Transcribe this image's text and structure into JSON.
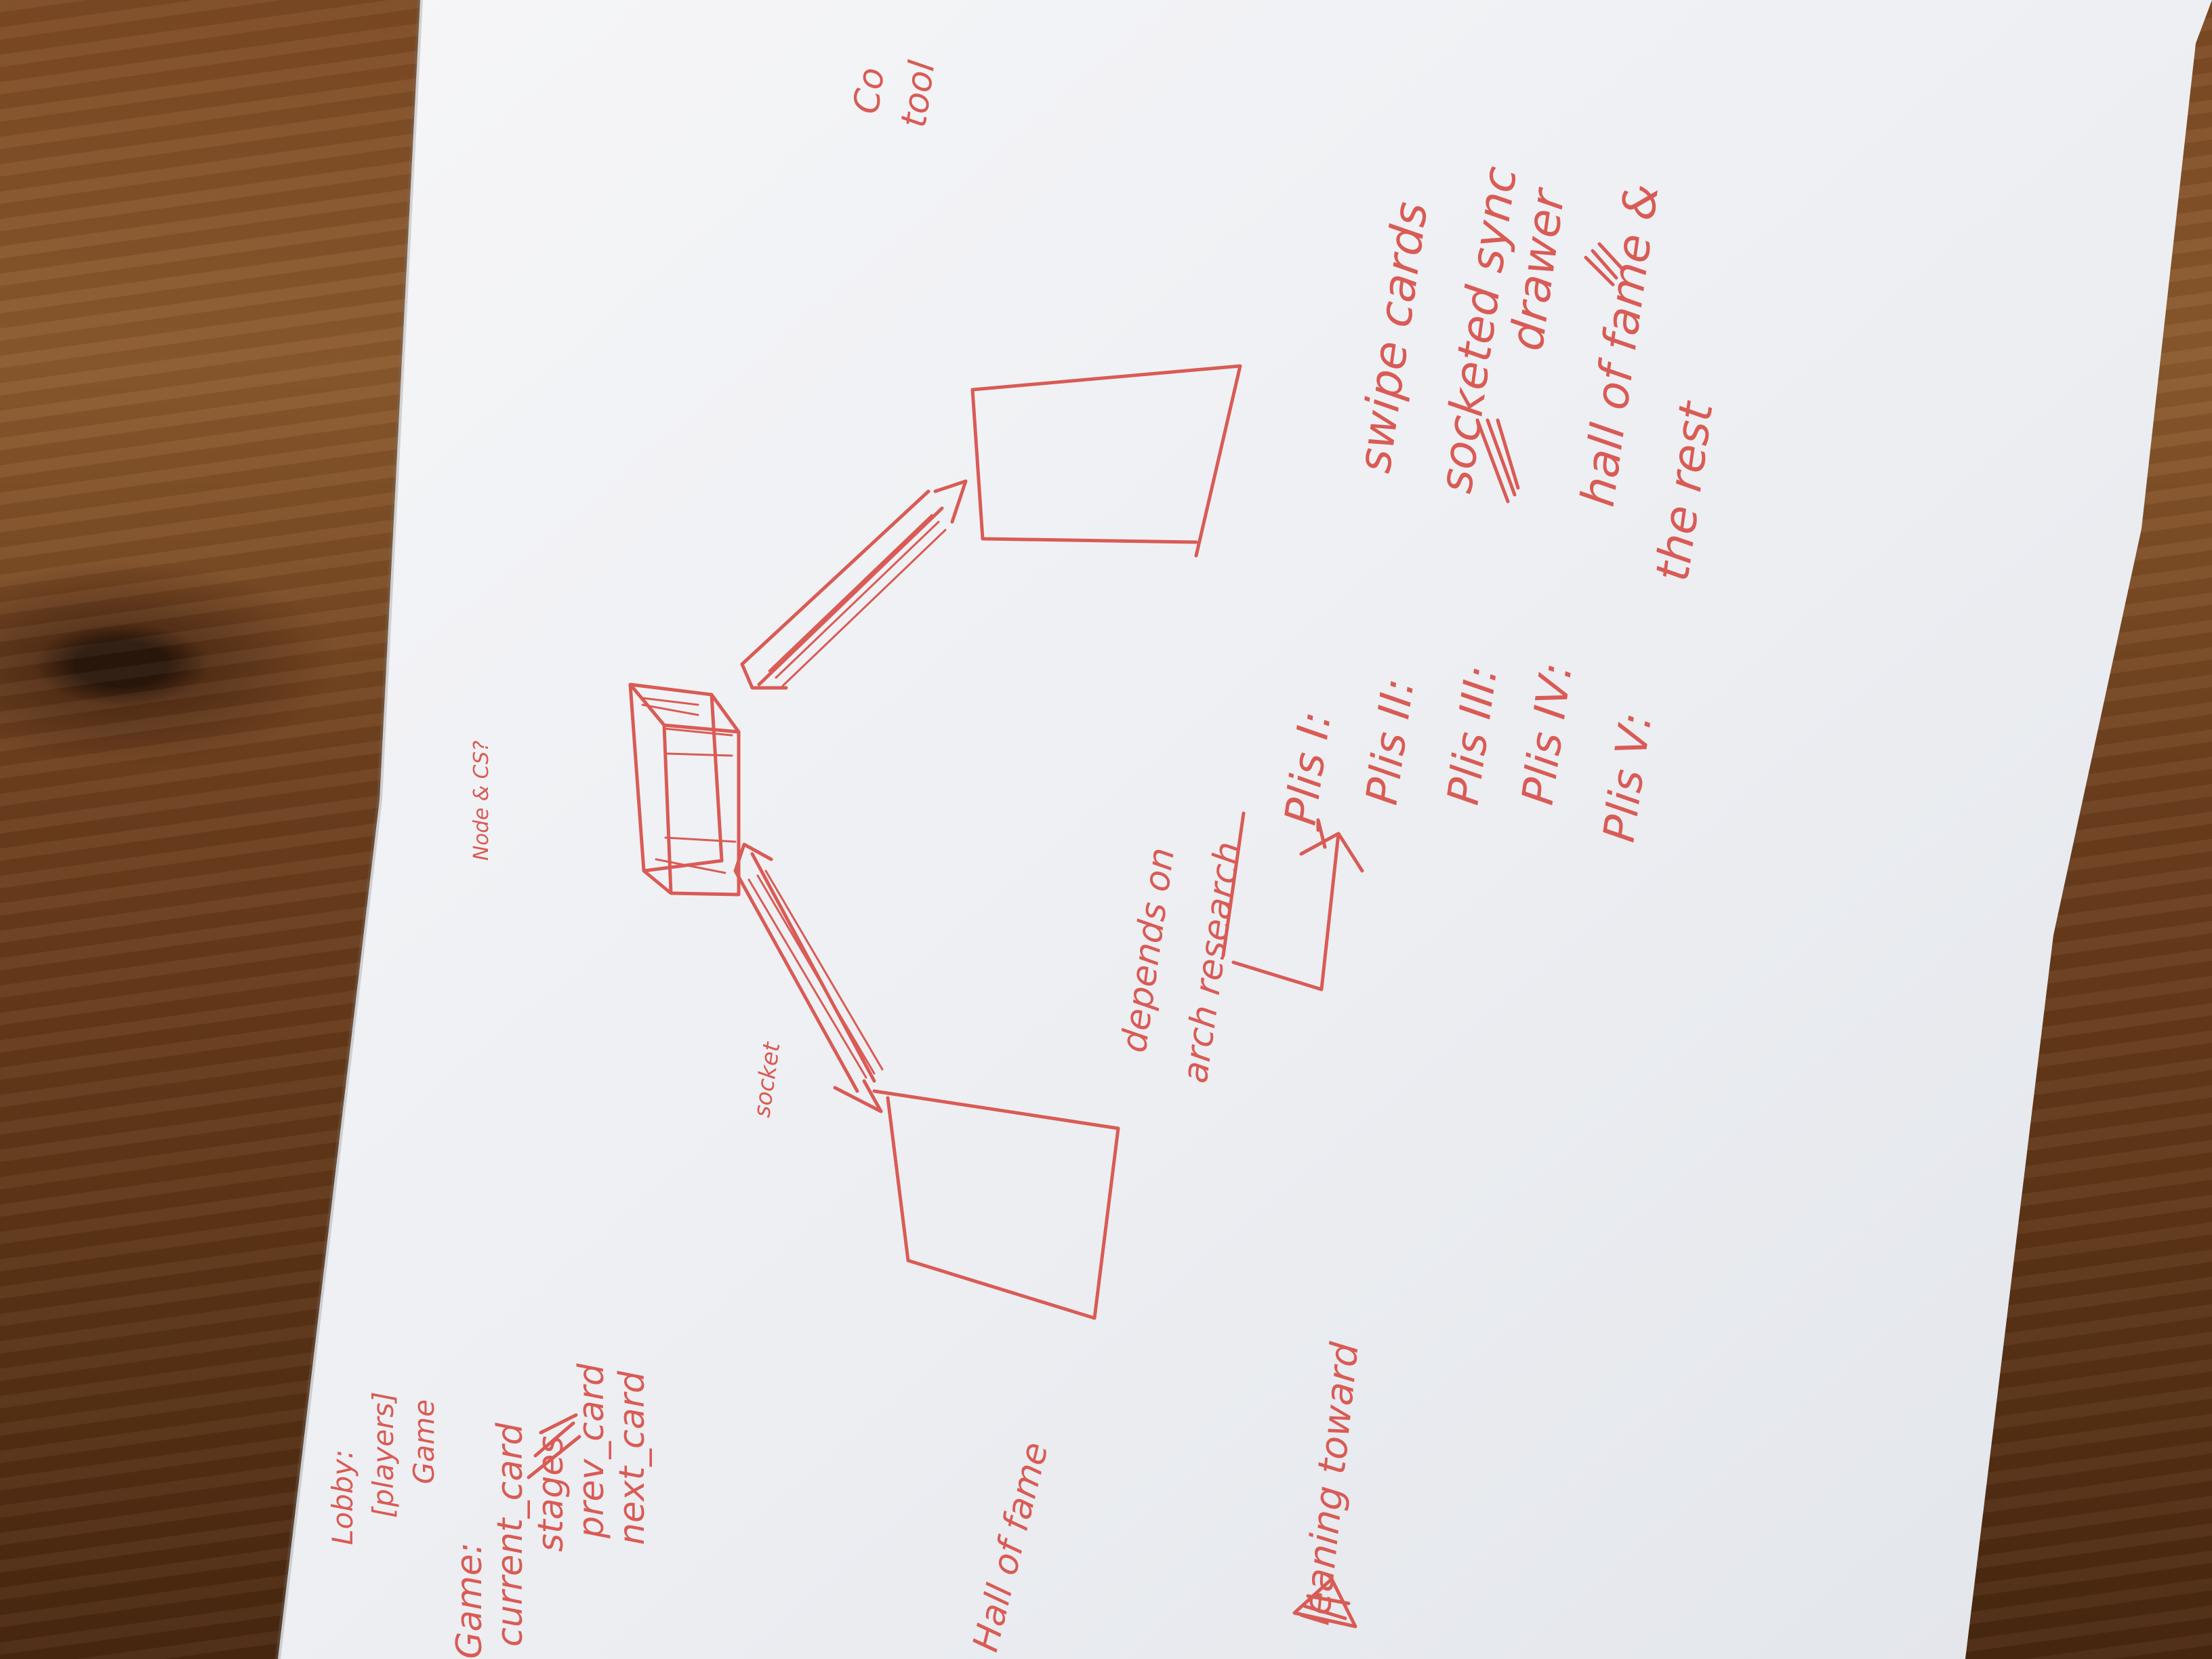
{
  "photo_subject": {
    "surface": "wooden table",
    "paper": "white sheet with red handwritten notes and sketches"
  },
  "notes": {
    "lobby": {
      "title": "Lobby:",
      "line2": "[players]",
      "line3": "Game"
    },
    "game": {
      "title": "Game:",
      "line2": "current_card",
      "line3": "stages",
      "line4": "prev_card",
      "line5": "next_card"
    },
    "hall_of_fame": "Hall of fame",
    "node_cs": "Node & CS?",
    "socket": "socket",
    "depends": {
      "line1": "depends on",
      "line2": "arch research"
    },
    "leaning_toward": "leaning toward",
    "plans": [
      "Plis I:",
      "Plis II:",
      "Plis III:",
      "Plis IV:",
      "Plis V:"
    ],
    "plan_items": [
      "swipe cards",
      "socketed sync",
      "drawer",
      "hall of fame &",
      "the rest"
    ],
    "top_right_fragments": {
      "line1": "Co",
      "line2": "tool"
    }
  },
  "colors": {
    "ink": "#d95b55",
    "paper": "#f1f2f5",
    "wood": "#7d4a24"
  }
}
